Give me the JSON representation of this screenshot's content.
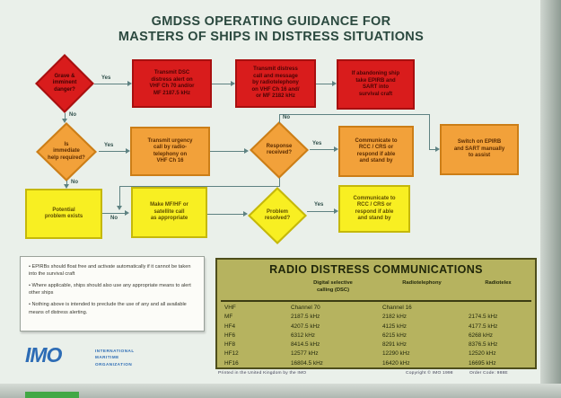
{
  "title": {
    "line1": "GMDSS OPERATING GUIDANCE FOR",
    "line2": "MASTERS OF SHIPS IN DISTRESS SITUATIONS"
  },
  "labels": {
    "yes": "Yes",
    "no": "No"
  },
  "flowchart": {
    "d_danger": "Grave &\nimminent\ndanger?",
    "b_dsc_alert": "Transmit DSC\ndistress alert on\nVHF Ch 70 and/or\nMF 2187.5 kHz",
    "b_rt_distress": "Transmit distress\ncall and message\nby radiotelephony\non VHF Ch 16 and/\nor MF 2182 kHz",
    "b_abandon": "If abandoning ship\ntake EPIRB and\nSART into\nsurvival craft",
    "d_immediate": "Is\nimmediate\nhelp required?",
    "b_urgency": "Transmit urgency\ncall by radio-\ntelephony on\nVHF Ch 16",
    "d_response": "Response\nreceived?",
    "b_communicate_rcc": "Communicate to\nRCC / CRS or\nrespond if able\nand stand by",
    "b_epirb_sart": "Switch on EPIRB\nand SART manually\nto assist",
    "b_potential": "Potential\nproblem exists",
    "b_mfhf_call": "Make MF/HF or\nsatellite call\nas appropriate",
    "d_resolved": "Problem\nresolved?",
    "b_communicate_css": "Communicate to\nRCC / CRS or\nrespond if able\nand stand by"
  },
  "notes": {
    "items": [
      "•  EPIRBs should float free and activate automatically if it cannot be taken into the survival craft",
      "•  Where applicable, ships should also use any appropriate means to alert other ships",
      "•  Nothing above is intended to preclude the use of any and all available means of distress alerting."
    ]
  },
  "table": {
    "title": "RADIO DISTRESS COMMUNICATIONS",
    "headers": {
      "band": "",
      "dsc": "Digital selective\ncalling (DSC)",
      "rt": "Radiotelephony",
      "tlx": "Radiotelex"
    },
    "rows": [
      {
        "band": "VHF",
        "dsc": "Channel 70",
        "rt": "Channel 16",
        "tlx": ""
      },
      {
        "band": "MF",
        "dsc": "2187.5 kHz",
        "rt": "2182 kHz",
        "tlx": "2174.5 kHz"
      },
      {
        "band": "HF4",
        "dsc": "4207.5 kHz",
        "rt": "4125 kHz",
        "tlx": "4177.5 kHz"
      },
      {
        "band": "HF6",
        "dsc": "6312 kHz",
        "rt": "6215 kHz",
        "tlx": "6268 kHz"
      },
      {
        "band": "HF8",
        "dsc": "8414.5 kHz",
        "rt": "8291 kHz",
        "tlx": "8376.5 kHz"
      },
      {
        "band": "HF12",
        "dsc": "12577 kHz",
        "rt": "12290 kHz",
        "tlx": "12520 kHz"
      },
      {
        "band": "HF16",
        "dsc": "16804.5 kHz",
        "rt": "16420 kHz",
        "tlx": "16695 kHz"
      }
    ]
  },
  "footer": {
    "printed": "Printed in the United Kingdom by the IMO",
    "copyright": "Copyright © IMO 1998",
    "order": "Order Code: 988E"
  },
  "logo": {
    "imo": "IMO",
    "org_line1": "INTERNATIONAL",
    "org_line2": "MARITIME",
    "org_line3": "ORGANIZATION"
  },
  "colors": {
    "red": "#d91c1c",
    "orange": "#f2a13a",
    "yellow": "#f8ef22",
    "table_olive": "#b6b35f",
    "imo_blue": "#2d6cb5",
    "flow_line": "#5e8282",
    "page_bg": "#eaf0ea"
  }
}
